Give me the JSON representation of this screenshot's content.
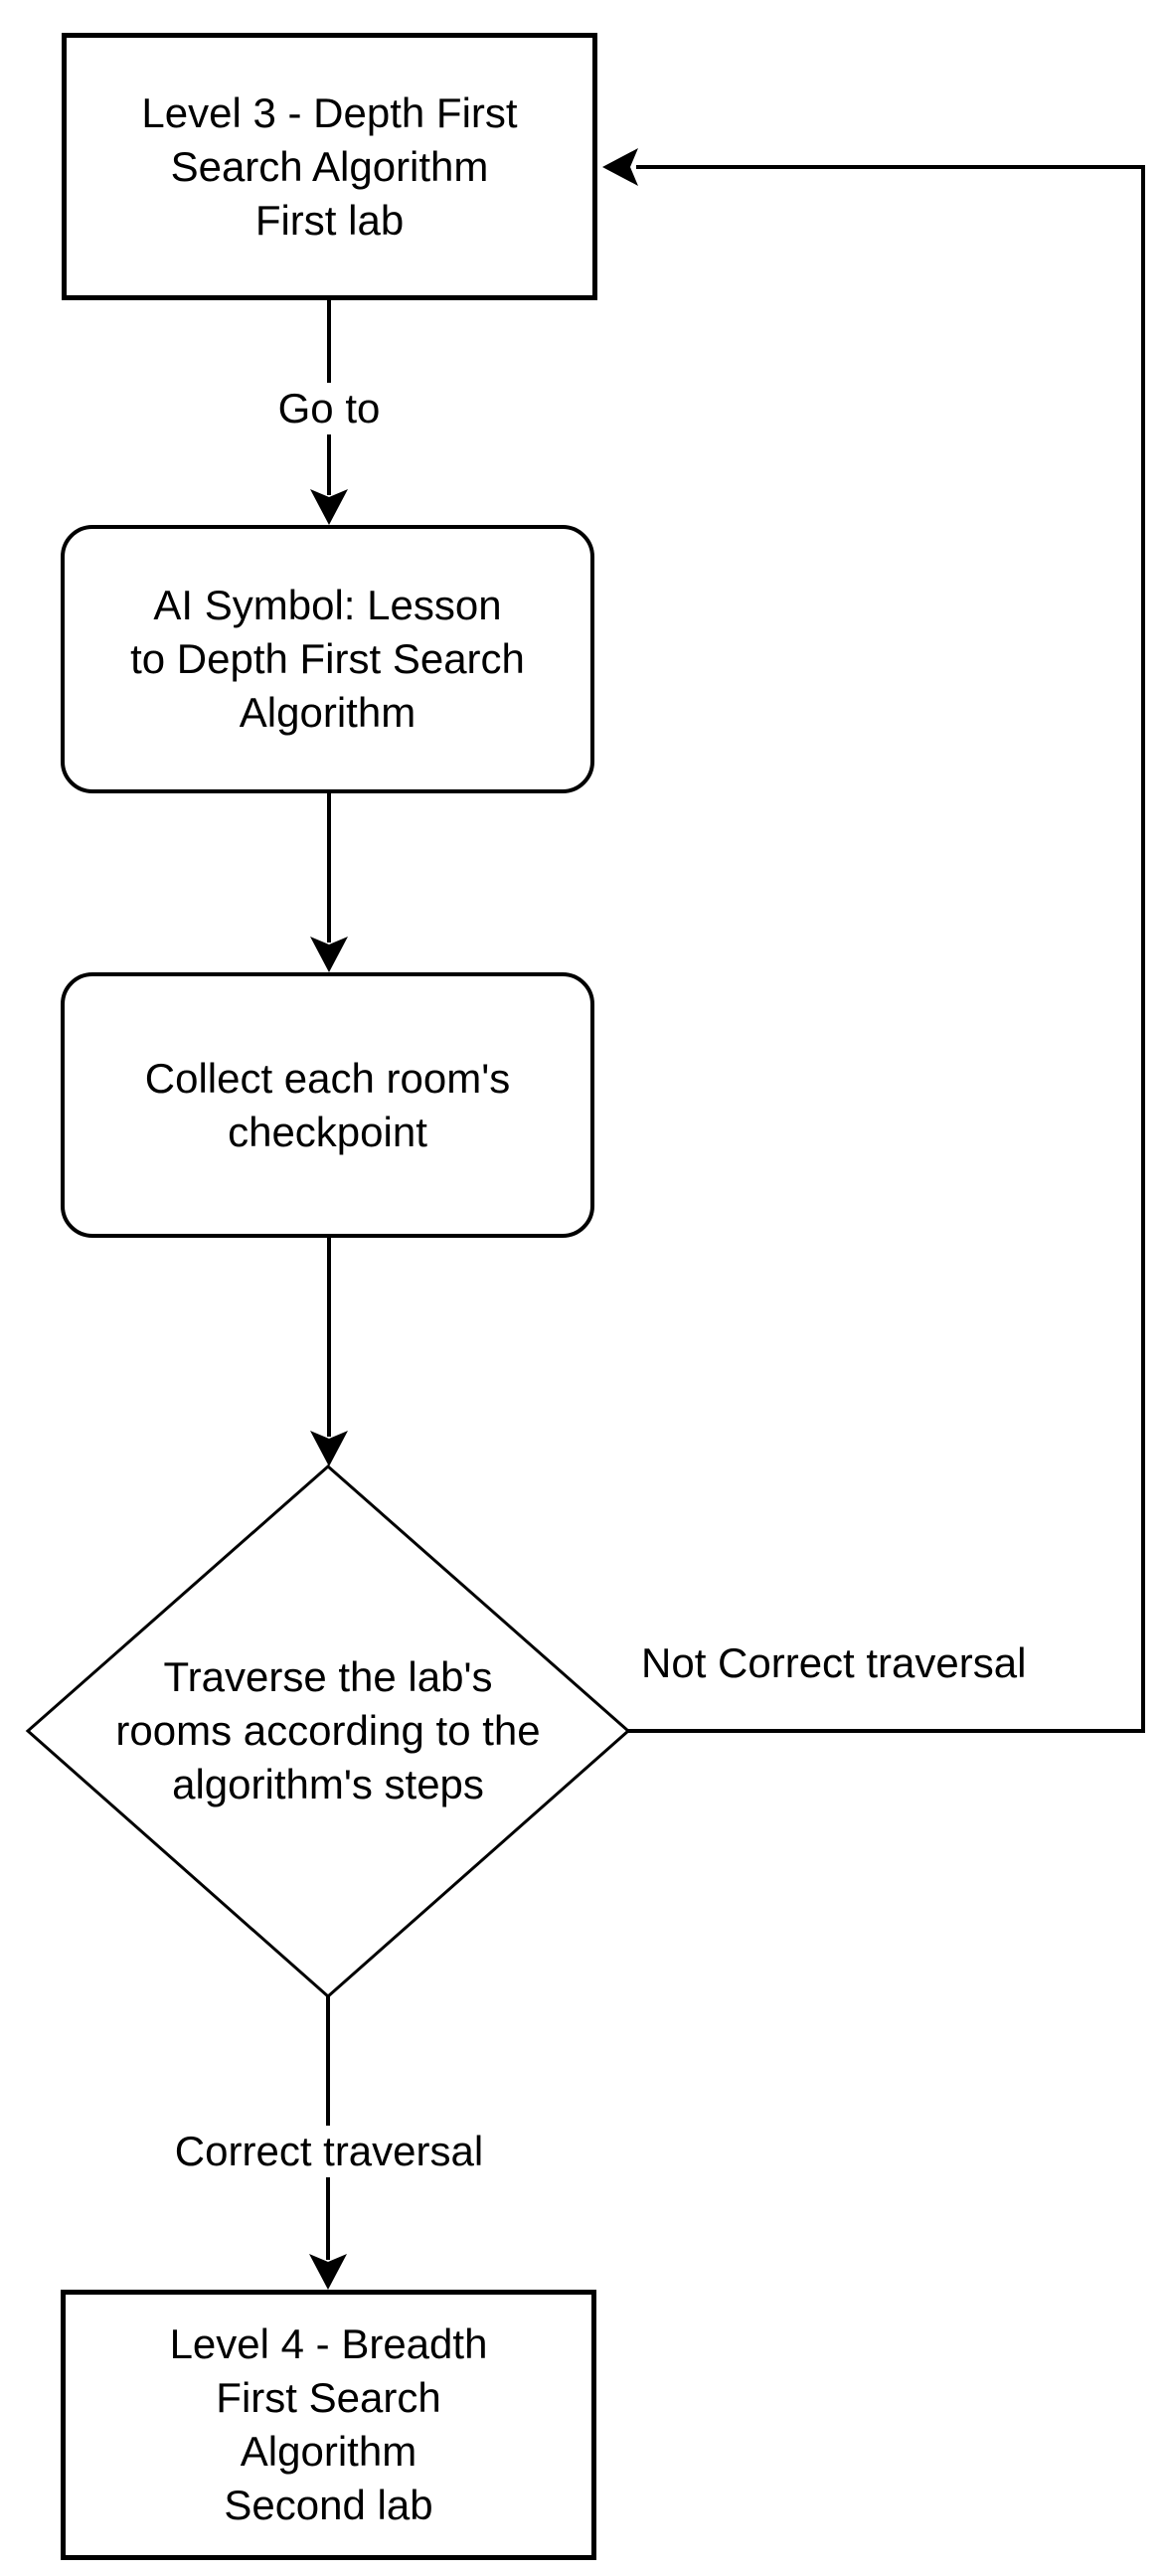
{
  "diagram": {
    "background_color": "#ffffff",
    "stroke_color": "#000000",
    "text_color": "#000000",
    "nodes": [
      {
        "id": "level3",
        "type": "rectangle",
        "label": "Level 3 - Depth First\nSearch Algorithm\nFirst lab"
      },
      {
        "id": "lesson",
        "type": "rounded",
        "label": "AI Symbol: Lesson\nto Depth First Search\nAlgorithm"
      },
      {
        "id": "collect",
        "type": "rounded",
        "label": "Collect each room's\ncheckpoint"
      },
      {
        "id": "decision",
        "type": "diamond",
        "label": "Traverse the lab's\nrooms according to the\nalgorithm's steps"
      },
      {
        "id": "level4",
        "type": "rectangle",
        "label": "Level 4 - Breadth\nFirst Search\nAlgorithm\nSecond lab"
      }
    ],
    "edges": [
      {
        "from": "level3",
        "to": "lesson",
        "label": "Go to"
      },
      {
        "from": "lesson",
        "to": "collect",
        "label": ""
      },
      {
        "from": "collect",
        "to": "decision",
        "label": ""
      },
      {
        "from": "decision",
        "to": "level4",
        "label": "Correct traversal"
      },
      {
        "from": "decision",
        "to": "level3",
        "label": "Not Correct traversal"
      }
    ]
  }
}
